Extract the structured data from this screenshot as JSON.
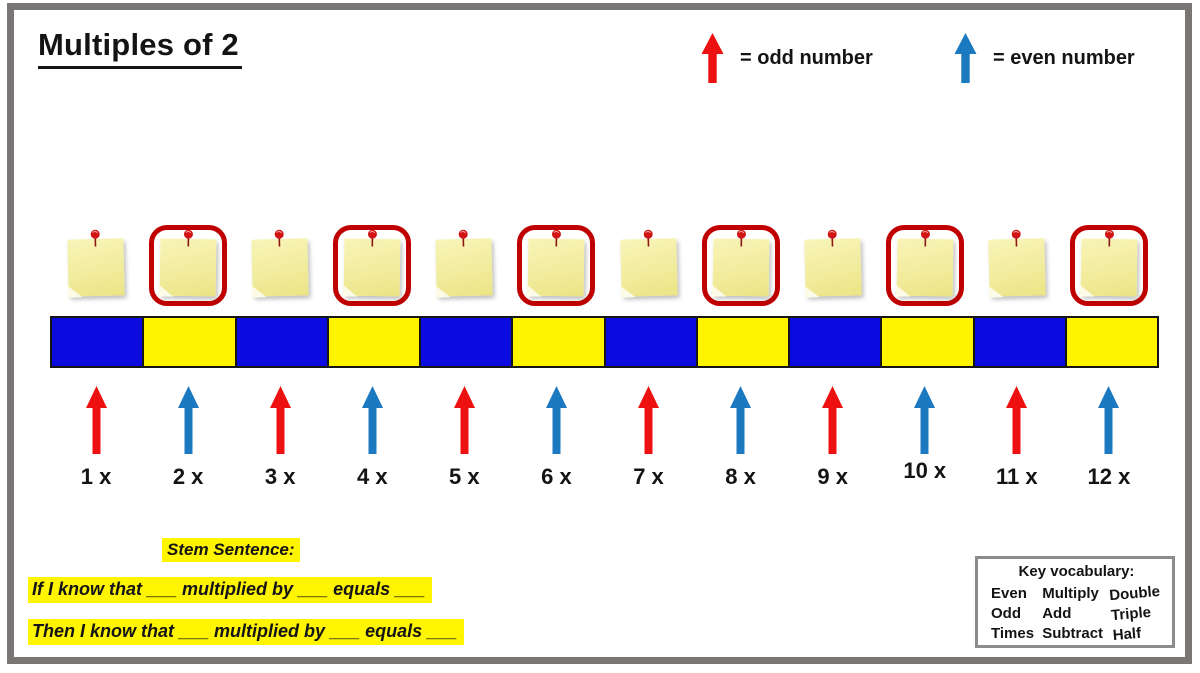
{
  "title": "Multiples of 2",
  "legend": {
    "odd_label": "= odd number",
    "even_label": "= even number"
  },
  "columns": [
    {
      "label": "1 x",
      "parity": "odd",
      "circled": false
    },
    {
      "label": "2 x",
      "parity": "even",
      "circled": true
    },
    {
      "label": "3 x",
      "parity": "odd",
      "circled": false
    },
    {
      "label": "4 x",
      "parity": "even",
      "circled": true
    },
    {
      "label": "5 x",
      "parity": "odd",
      "circled": false
    },
    {
      "label": "6 x",
      "parity": "even",
      "circled": true
    },
    {
      "label": "7 x",
      "parity": "odd",
      "circled": false
    },
    {
      "label": "8 x",
      "parity": "even",
      "circled": true
    },
    {
      "label": "9 x",
      "parity": "odd",
      "circled": false
    },
    {
      "label": "10 x",
      "parity": "even",
      "circled": true
    },
    {
      "label": "11 x",
      "parity": "odd",
      "circled": false
    },
    {
      "label": "12 x",
      "parity": "even",
      "circled": true
    }
  ],
  "stem": {
    "heading": "Stem Sentence:",
    "line1": "If I know that ___ multiplied by ___ equals ___",
    "line2": "Then I know that ___ multiplied by ___ equals ___"
  },
  "vocabulary": {
    "heading": "Key vocabulary:",
    "columns": [
      [
        "Even",
        "Odd",
        "Times"
      ],
      [
        "Multiply",
        "Add",
        "Subtract"
      ],
      [
        "Double",
        "Triple",
        "Half"
      ]
    ]
  },
  "colors": {
    "odd_arrow": "#ee1111",
    "even_arrow": "#1b79c0",
    "strip_blue": "#0b0be0",
    "strip_yellow": "#fff400",
    "circle_outline": "#c00000",
    "highlight": "#fff500",
    "frame": "#7b7676",
    "note": "#f2ec9e",
    "pin": "#d01414"
  }
}
